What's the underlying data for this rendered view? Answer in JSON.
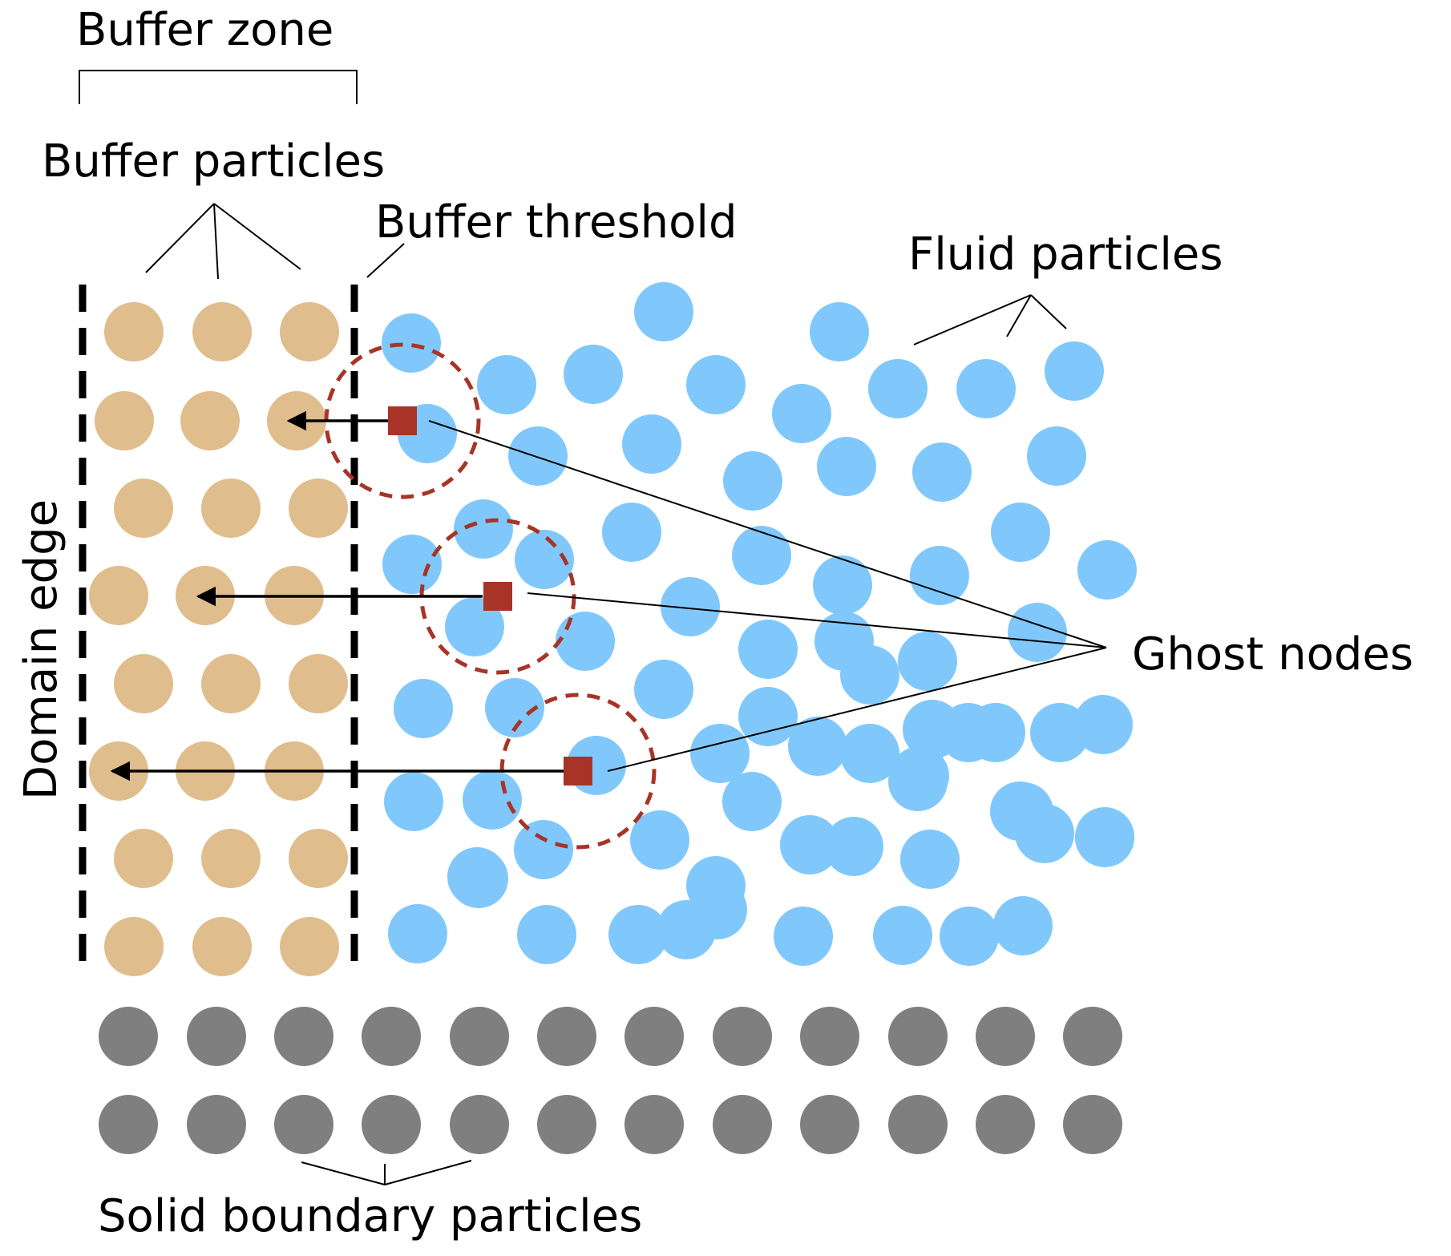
{
  "labels": {
    "buffer_zone": "Buffer zone",
    "buffer_particles": "Buffer particles",
    "buffer_threshold": "Buffer threshold",
    "fluid_particles": "Fluid particles",
    "domain_edge": "Domain edge",
    "ghost_nodes": "Ghost nodes",
    "solid_boundary_particles": "Solid boundary particles"
  },
  "colors": {
    "buffer_particle": "#e0bd8c",
    "fluid_particle": "#80c8fc",
    "solid_particle": "#7f7f7f",
    "ghost_node": "#a73426",
    "search_circle": "#a73426",
    "line": "#000000"
  },
  "counts": {
    "buffer_particles": 24,
    "fluid_particles": 74,
    "solid_boundary_particles": 24,
    "ghost_nodes": 3
  }
}
